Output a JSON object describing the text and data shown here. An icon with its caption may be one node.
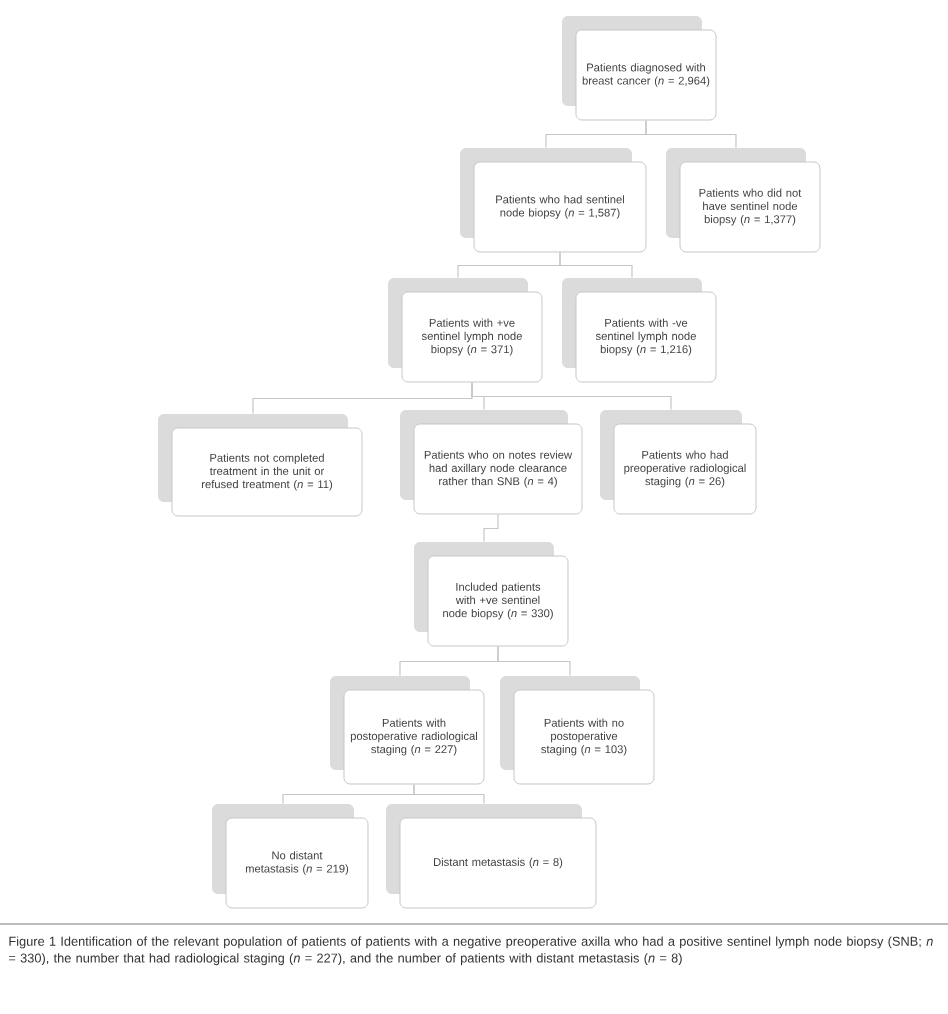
{
  "diagram": {
    "caption": "Figure 1   Identification of the relevant population of patients of patients with a negative preoperative axilla who had a positive sentinel lymph node biopsy (SNB; *n* = 330), the number that had radiological staging (*n* = 227), and the number of patients with distant metastasis (*n* = 8)",
    "nodes": [
      {
        "text": [
          "Patients diagnosed with breast cancer (*n* = 2,964)"
        ]
      },
      {
        "text": [
          "Patients who had sentinel node biopsy (*n* = 1,587)"
        ]
      },
      {
        "text": [
          "Patients who did not have sentinel node biopsy (*n* = 1,377)"
        ]
      },
      {
        "text": [
          "Patients with +ve sentinel lymph node biopsy (*n* = 371)"
        ]
      },
      {
        "text": [
          "Patients with -ve sentinel lymph node biopsy (*n* = 1,216)"
        ]
      },
      {
        "text": [
          "Patients not completed treatment in the unit or refused treatment (*n* = 11)"
        ]
      },
      {
        "text": [
          "Patients who on notes review had axillary node clearance rather than SNB (*n* = 4)"
        ]
      },
      {
        "text": [
          "Patients who had preoperative radiological staging (*n* = 26)"
        ]
      },
      {
        "text": [
          "Included patients with +ve sentinel node biopsy (*n* = 330)"
        ]
      },
      {
        "text": [
          "Patients with postoperative radiological staging (*n* = 227)"
        ]
      },
      {
        "text": [
          "Patients with no postoperative staging (*n* = 103)"
        ]
      },
      {
        "text": [
          "No distant metastasis (*n* = 219)"
        ]
      },
      {
        "text": [
          "Distant metastasis (*n* = 8)"
        ]
      }
    ],
    "edges": [
      {
        "from": 0,
        "to": 1,
        "arrow": "none"
      },
      {
        "from": 0,
        "to": 2,
        "arrow": "none"
      },
      {
        "from": 1,
        "to": 3,
        "arrow": "none"
      },
      {
        "from": 1,
        "to": 4,
        "arrow": "none"
      },
      {
        "from": 3,
        "to": 5,
        "arrow": "none"
      },
      {
        "from": 3,
        "to": 6,
        "arrow": "none"
      },
      {
        "from": 3,
        "to": 7,
        "arrow": "none"
      },
      {
        "from": 6,
        "to": 8,
        "arrow": "none"
      },
      {
        "from": 8,
        "to": 9,
        "arrow": "none"
      },
      {
        "from": 8,
        "to": 10,
        "arrow": "none"
      },
      {
        "from": 9,
        "to": 11,
        "arrow": "none"
      },
      {
        "from": 9,
        "to": 12,
        "arrow": "none"
      }
    ]
  }
}
